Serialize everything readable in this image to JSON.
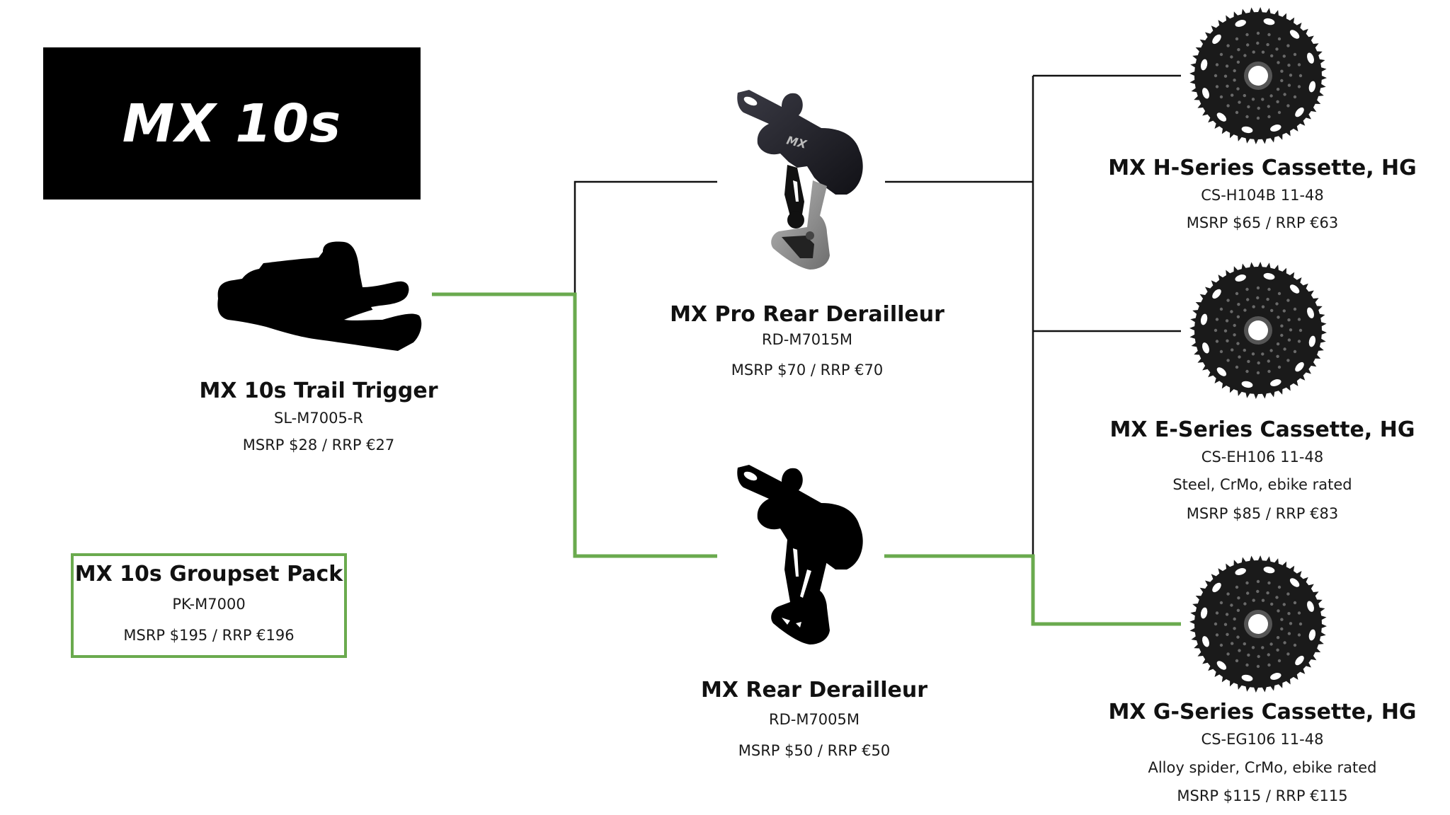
{
  "header": {
    "title": "MX 10s"
  },
  "colors": {
    "highlight": "#6aaa4e",
    "connector": "#111111",
    "title_bg": "#000000"
  },
  "shifter": {
    "name": "MX 10s Trail Trigger",
    "model": "SL-M7005-R",
    "price": "MSRP $28 / RRP €27",
    "icon": "trigger-shifter-icon"
  },
  "pack": {
    "name": "MX 10s Groupset Pack",
    "model": "PK-M7000",
    "price": "MSRP $195 / RRP €196"
  },
  "derailleurs": [
    {
      "name": "MX Pro Rear Derailleur",
      "model": "RD-M7015M",
      "price": "MSRP $70 / RRP €70",
      "logo": "MX",
      "icon": "pro-rear-derailleur-icon"
    },
    {
      "name": "MX Rear Derailleur",
      "model": "RD-M7005M",
      "price": "MSRP $50 / RRP €50",
      "icon": "rear-derailleur-icon"
    }
  ],
  "cassettes": [
    {
      "name": "MX H-Series Cassette, HG",
      "model": "CS-H104B 11-48",
      "price": "MSRP $65 / RRP €63",
      "icon": "cassette-icon"
    },
    {
      "name": "MX E-Series Cassette, HG",
      "model": "CS-EH106 11-48",
      "detail": "Steel, CrMo, ebike rated",
      "price": "MSRP $85 / RRP €83",
      "icon": "cassette-icon"
    },
    {
      "name": "MX G-Series Cassette, HG",
      "model": "CS-EG106 11-48",
      "detail": "Alloy spider, CrMo, ebike rated",
      "price": "MSRP $115 / RRP €115",
      "icon": "cassette-icon"
    }
  ]
}
